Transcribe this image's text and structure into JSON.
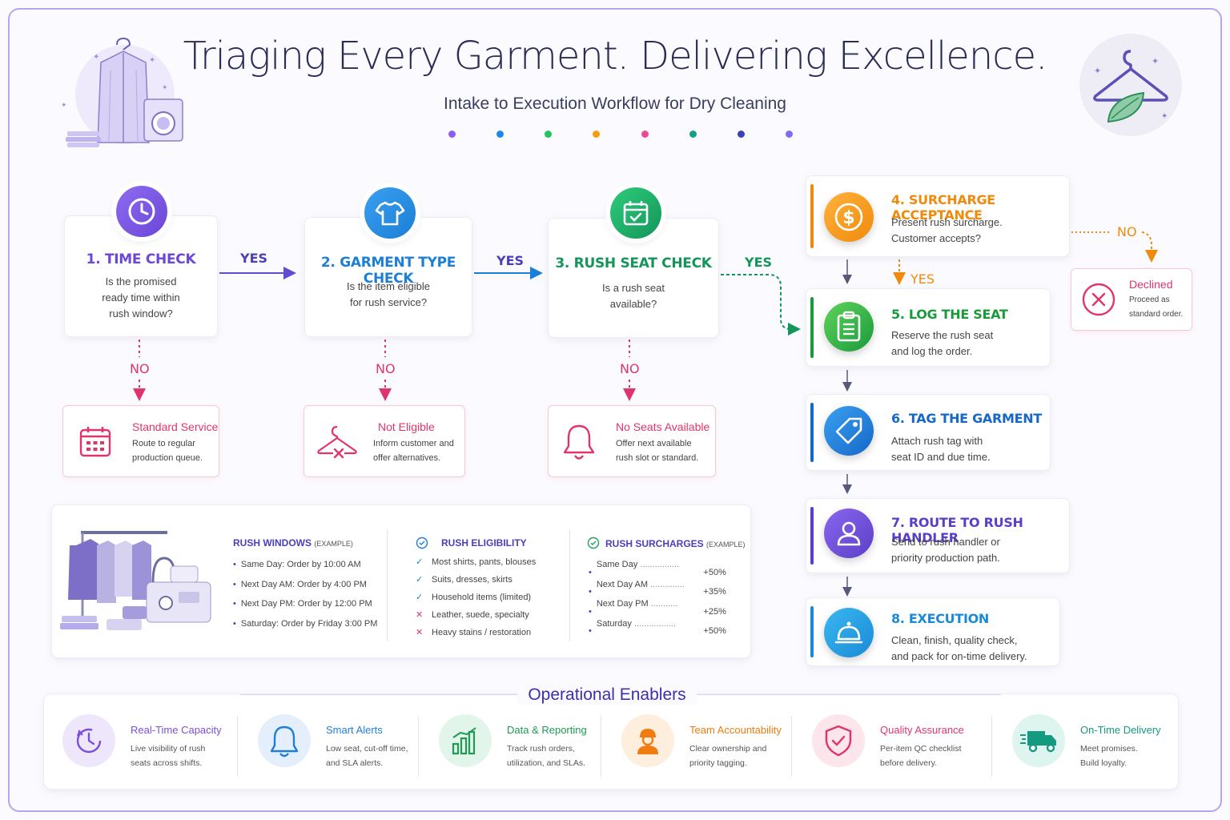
{
  "header": {
    "title": "Triaging Every Garment. Delivering Excellence.",
    "subtitle": "Intake to Execution Workflow for Dry Cleaning",
    "dot_colors": [
      "#8b5cf6",
      "#1e88e5",
      "#22c55e",
      "#f59e0b",
      "#ec4899",
      "#14a085",
      "#3b3fb8",
      "#7c6cf0"
    ]
  },
  "steps": [
    {
      "title": "1. TIME CHECK",
      "lines": [
        "Is the promised",
        "ready time within",
        "rush window?"
      ],
      "color": "#6b46d8",
      "icon": "clock-icon"
    },
    {
      "title": "2. GARMENT TYPE CHECK",
      "lines": [
        "Is the item eligible",
        "for rush service?"
      ],
      "color": "#1b7fd6",
      "icon": "shirt-icon"
    },
    {
      "title": "3. RUSH SEAT CHECK",
      "lines": [
        "Is a rush seat",
        "available?"
      ],
      "color": "#14955a",
      "icon": "calendar-check-icon"
    }
  ],
  "connectors": {
    "yes": "YES",
    "no": "NO"
  },
  "outcomes": [
    {
      "title": "Standard Service",
      "lines": [
        "Route to regular",
        "production queue."
      ],
      "icon": "calendar-icon"
    },
    {
      "title": "Not Eligible",
      "lines": [
        "Inform customer and",
        "offer alternatives."
      ],
      "icon": "hanger-x-icon"
    },
    {
      "title": "No Seats Available",
      "lines": [
        "Offer next available",
        "rush slot or standard."
      ],
      "icon": "bell-icon"
    }
  ],
  "right_steps": [
    {
      "num": "4.",
      "title": "SURCHARGE ACCEPTANCE",
      "lines": [
        "Present rush surcharge.",
        "Customer accepts?"
      ],
      "color": "#f08a0c",
      "icon": "dollar-icon"
    },
    {
      "num": "5.",
      "title": "LOG THE SEAT",
      "lines": [
        "Reserve the rush seat",
        "and log the order."
      ],
      "color": "#1a9a3c",
      "icon": "clipboard-icon"
    },
    {
      "num": "6.",
      "title": "TAG THE GARMENT",
      "lines": [
        "Attach rush tag with",
        "seat ID and due time."
      ],
      "color": "#1668c8",
      "icon": "tag-icon"
    },
    {
      "num": "7.",
      "title": "ROUTE TO RUSH HANDLER",
      "lines": [
        "Send to rush handler or",
        "priority production path."
      ],
      "color": "#5b3fc8",
      "icon": "user-icon"
    },
    {
      "num": "8.",
      "title": "EXECUTION",
      "lines": [
        "Clean, finish, quality check,",
        "and pack for on-time delivery."
      ],
      "color": "#1a8ad6",
      "icon": "service-bell-icon"
    }
  ],
  "declined": {
    "title": "Declined",
    "lines": [
      "Proceed as",
      "standard order."
    ],
    "icon": "x-circle-icon"
  },
  "info": {
    "windows": {
      "title": "RUSH WINDOWS",
      "tag": "(EXAMPLE)",
      "rows": [
        "Same Day: Order by 10:00 AM",
        "Next Day AM: Order by 4:00 PM",
        "Next Day PM: Order by 12:00 PM",
        "Saturday: Order by Friday 3:00 PM"
      ]
    },
    "eligibility": {
      "title": "RUSH ELIGIBILITY",
      "rows": [
        {
          "mark": "✓",
          "ok": true,
          "text": "Most shirts, pants, blouses"
        },
        {
          "mark": "✓",
          "ok": true,
          "text": "Suits, dresses, skirts"
        },
        {
          "mark": "✓",
          "ok": true,
          "text": "Household items (limited)"
        },
        {
          "mark": "✕",
          "ok": false,
          "text": "Leather, suede, specialty"
        },
        {
          "mark": "✕",
          "ok": false,
          "text": "Heavy stains / restoration"
        }
      ]
    },
    "surcharges": {
      "title": "RUSH SURCHARGES",
      "tag": "(EXAMPLE)",
      "rows": [
        {
          "label": "Same Day",
          "dots": "................",
          "value": "+50%"
        },
        {
          "label": "Next Day AM",
          "dots": "..............",
          "value": "+35%"
        },
        {
          "label": "Next Day PM",
          "dots": "...........",
          "value": "+25%"
        },
        {
          "label": "Saturday",
          "dots": ".................",
          "value": "+50%"
        }
      ]
    }
  },
  "enablers": {
    "title": "Operational Enablers",
    "items": [
      {
        "title": "Real-Time Capacity",
        "lines": [
          "Live visibility of rush",
          "seats across shifts."
        ],
        "icon": "clock-refresh-icon",
        "color": "#7c4fd8",
        "bg": "#eee6fb"
      },
      {
        "title": "Smart Alerts",
        "lines": [
          "Low seat, cut-off time,",
          "and SLA alerts."
        ],
        "icon": "bell-icon",
        "color": "#1f7fd6",
        "bg": "#e4effb"
      },
      {
        "title": "Data & Reporting",
        "lines": [
          "Track rush orders,",
          "utilization, and SLAs."
        ],
        "icon": "bar-chart-icon",
        "color": "#1f9a54",
        "bg": "#e2f5ea"
      },
      {
        "title": "Team Accountability",
        "lines": [
          "Clear ownership and",
          "priority tagging."
        ],
        "icon": "worker-icon",
        "color": "#f07c10",
        "bg": "#fdeedd"
      },
      {
        "title": "Quality Assurance",
        "lines": [
          "Per-item QC checklist",
          "before delivery."
        ],
        "icon": "shield-check-icon",
        "color": "#e0356a",
        "bg": "#fce6ec"
      },
      {
        "title": "On-Time Delivery",
        "lines": [
          "Meet promises.",
          "Build loyalty."
        ],
        "icon": "truck-icon",
        "color": "#149a80",
        "bg": "#def4ef"
      }
    ]
  }
}
